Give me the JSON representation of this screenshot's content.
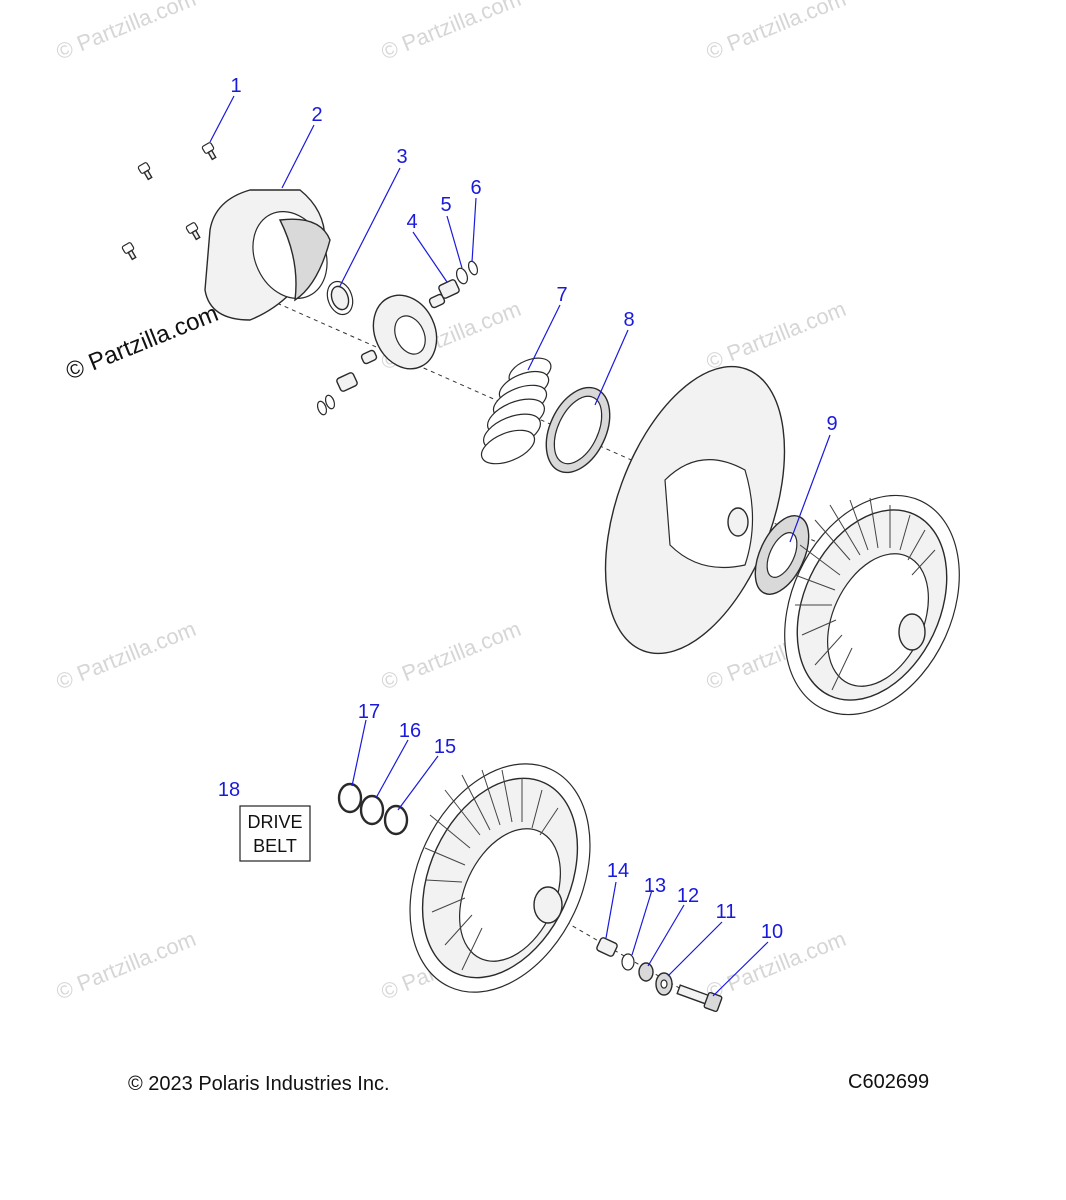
{
  "watermark": {
    "text": "© Partzilla.com",
    "strong_text": "© Partzilla.com"
  },
  "callouts": [
    "1",
    "2",
    "3",
    "4",
    "5",
    "6",
    "7",
    "8",
    "9",
    "10",
    "11",
    "12",
    "13",
    "14",
    "15",
    "16",
    "17",
    "18"
  ],
  "drive_belt": {
    "line1": "DRIVE",
    "line2": "BELT"
  },
  "footer": {
    "copyright": "© 2023 Polaris Industries Inc.",
    "diagram_code": "C602699"
  },
  "colors": {
    "callout": "#1a1adb",
    "line": "#2a2a2a"
  }
}
